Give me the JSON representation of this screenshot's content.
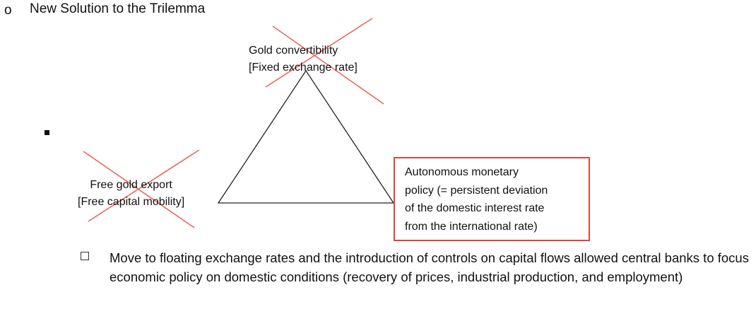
{
  "bullet_level1": {
    "symbol": "o",
    "text": "New Solution to the Trilemma"
  },
  "diagram": {
    "top_vertex": {
      "line1": "Gold convertibility",
      "line2": "[Fixed exchange rate]",
      "crossed_out": true
    },
    "left_vertex": {
      "line1": "Free gold export",
      "line2": "[Free capital mobility]",
      "crossed_out": true
    },
    "right_vertex": {
      "lines": [
        "Autonomous monetary",
        "policy (= persistent deviation",
        "of the domestic interest rate",
        "from the international rate)"
      ],
      "boxed": true
    },
    "colors": {
      "cross": "#e8685e",
      "box_border": "#e0453a",
      "triangle": "#222222"
    }
  },
  "bullet_level3": {
    "text": "Move to floating exchange rates and the introduction of controls on capital flows allowed central banks to focus economic policy on domestic conditions (recovery of prices, industrial production, and employment)"
  }
}
